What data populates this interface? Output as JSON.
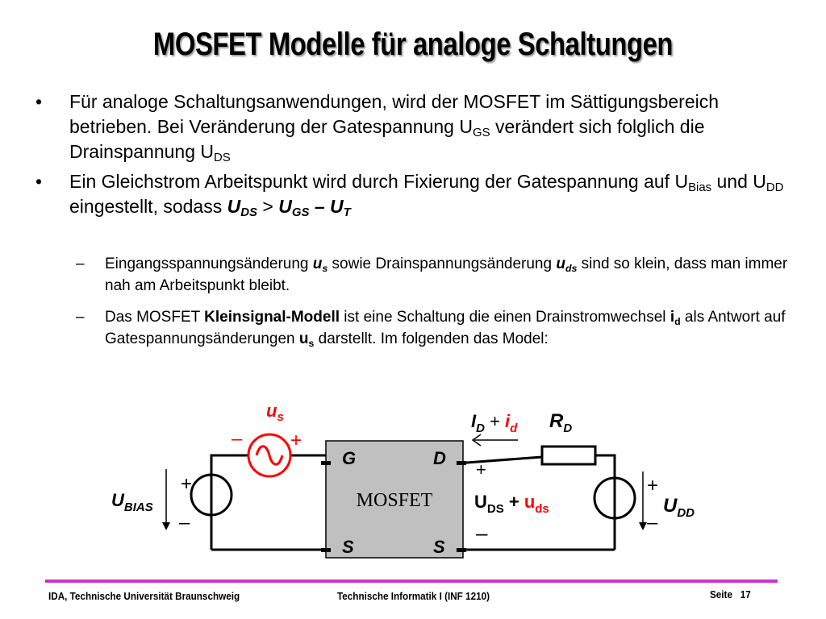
{
  "title": "MOSFET Modelle für analoge Schaltungen",
  "bullets": {
    "b1": {
      "marker": "•",
      "text": "Für analoge Schaltungsanwendungen, wird der MOSFET im Sättigungsbereich betrieben. Bei Veränderung der Gatespannung U",
      "sub1": "GS",
      "text2": " verändert sich folglich die Drainspannung U",
      "sub2": "DS"
    },
    "b2": {
      "marker": "•",
      "text": "Ein Gleichstrom Arbeitspunkt wird durch Fixierung der Gatespannung auf U",
      "sub1": "Bias",
      "text2": " und U",
      "sub2": "DD",
      "text3": " eingestellt, sodass ",
      "u": "U",
      "ds": "DS",
      "gt": " > ",
      "ugs": "GS",
      "minus": " – ",
      "ut": "T"
    },
    "s1": {
      "marker": "–",
      "text": "Eingangsspannungsänderung  ",
      "us": "u",
      "us_sub": "s",
      "text2": " sowie Drainspannungsänderung ",
      "uds": "u",
      "uds_sub": "ds",
      "text3": " sind so klein, dass man immer nah am Arbeitspunkt bleibt."
    },
    "s2": {
      "marker": "–",
      "text": "Das MOSFET ",
      "bold": "Kleinsignal-Modell",
      "text2": " ist eine Schaltung die einen Drainstromwechsel ",
      "id": "i",
      "id_sub": "d",
      "text3": " als Antwort auf Gatespannungsänderungen ",
      "us": "u",
      "us_sub": "s",
      "text4": " darstellt. Im folgenden das Model:"
    }
  },
  "circuit": {
    "us_label": "u",
    "us_sub": "s",
    "minus": "–",
    "plus": "+",
    "G": "G",
    "D": "D",
    "S": "S",
    "mosfet": "MOSFET",
    "ubias": "U",
    "ubias_sub": "BIAS",
    "id_I": "I",
    "id_D": "D",
    "id_plus": " + ",
    "id_i": "i",
    "id_d": "d",
    "rd": "R",
    "rd_sub": "D",
    "uds_U": "U",
    "uds_DS": "DS",
    "uds_plus": " + ",
    "uds_u": "u",
    "uds_ds": "ds",
    "udd": "U",
    "udd_sub": "DD",
    "accent": "#ff0000",
    "box_fill": "#c0c0c0"
  },
  "footer": {
    "left": "IDA, Technische Universität Braunschweig",
    "center": "Technische Informatik I (INF 1210)",
    "page_label": "Seite",
    "page": "17"
  }
}
